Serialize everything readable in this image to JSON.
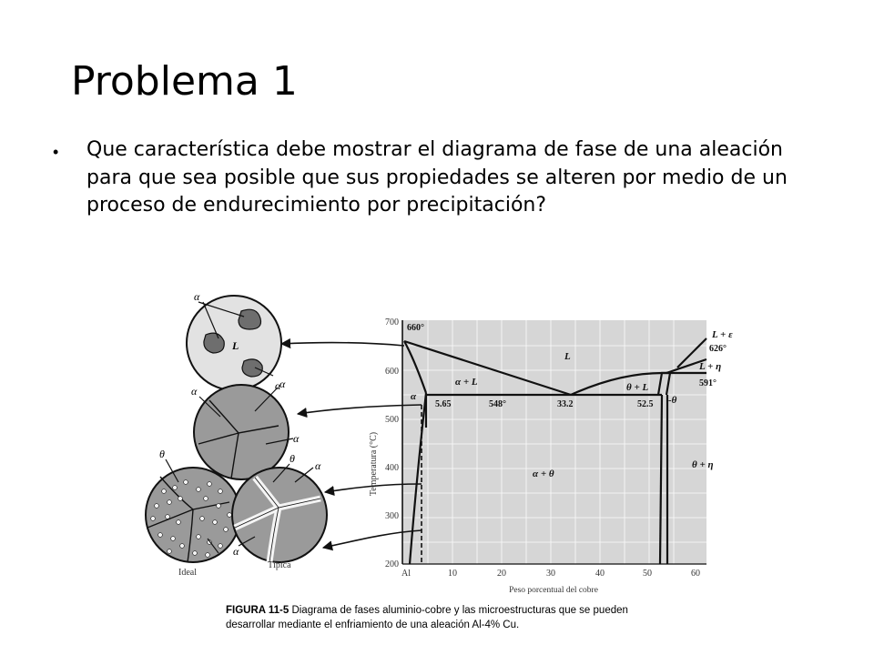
{
  "slide": {
    "title": "Problema 1",
    "bullet": "Que característica debe mostrar el diagrama de fase de una aleación para que sea posible que sus propiedades se alteren por medio de un proceso de endurecimiento por precipitación?"
  },
  "figure": {
    "caption_label": "FIGURA 11-5",
    "caption_text_1": "Diagrama de fases aluminio-cobre y las microestructuras que se pueden",
    "caption_text_2": "desarrollar mediante el enfriamiento de una aleación Al-4% Cu.",
    "y_axis_label": "Temperatura (°C)",
    "x_axis_label": "Peso porcentual del cobre",
    "y_ticks": [
      "700",
      "600",
      "500",
      "400",
      "300",
      "200"
    ],
    "x_ticks": [
      "Al",
      "10",
      "20",
      "30",
      "40",
      "50",
      "60"
    ],
    "phase_labels": {
      "L": "L",
      "alpha_L": "α + L",
      "theta_L": "θ + L",
      "alpha": "α",
      "alpha_theta": "α + θ",
      "theta": "-θ",
      "theta_eta": "θ + η",
      "L_eps": "L + ε",
      "L_eta": "L + η"
    },
    "annotations": {
      "t660": "660°",
      "t548": "548°",
      "t626": "626°",
      "t591": "591°",
      "c565": "5.65",
      "c332": "33.2",
      "c525": "52.5"
    },
    "micro_labels": {
      "alpha": "α",
      "L": "L",
      "theta": "θ",
      "ideal": "Ideal",
      "tipica": "Típica"
    },
    "colors": {
      "diagram_bg": "#d6d6d6",
      "grain": "#9a9a9a",
      "liquid": "#e2e2e2",
      "solid_dark": "#6e6e6e"
    }
  }
}
